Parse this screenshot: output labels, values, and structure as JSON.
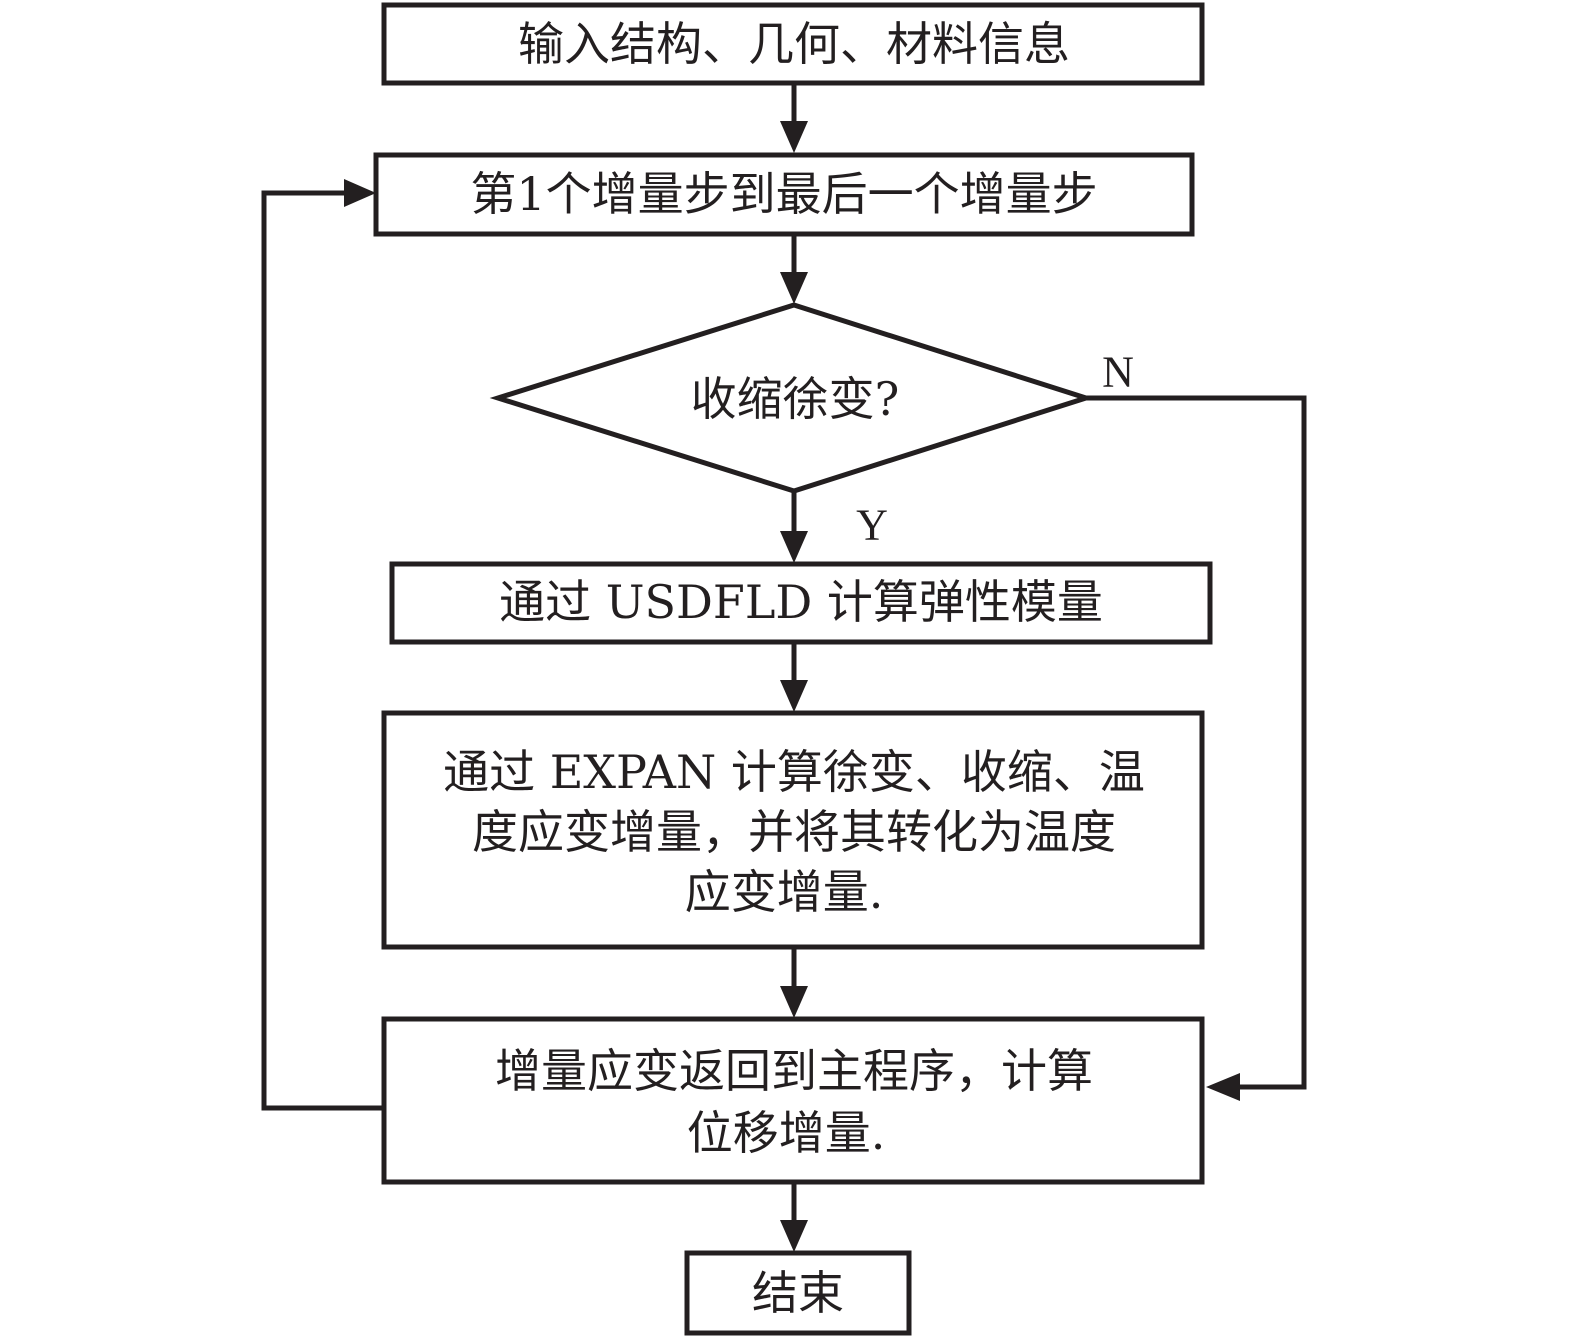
{
  "flowchart": {
    "nodes": [
      {
        "id": "input",
        "shape": "process",
        "lines": [
          "输入结构、几何、材料信息"
        ]
      },
      {
        "id": "loop",
        "shape": "process",
        "lines": [
          "第1个增量步到最后一个增量步"
        ]
      },
      {
        "id": "decision",
        "shape": "decision",
        "lines": [
          "收缩徐变?"
        ]
      },
      {
        "id": "usdfld",
        "shape": "process",
        "lines": [
          "通过 USDFLD 计算弹性模量"
        ]
      },
      {
        "id": "expan",
        "shape": "process",
        "lines": [
          "通过 EXPAN 计算徐变、收缩、温",
          "度应变增量，并将其转化为温度",
          "应变增量."
        ]
      },
      {
        "id": "return",
        "shape": "process",
        "lines": [
          "增量应变返回到主程序，计算",
          "位移增量."
        ]
      },
      {
        "id": "end",
        "shape": "terminal",
        "lines": [
          "结束"
        ]
      }
    ],
    "edges": [
      {
        "from": "input",
        "to": "loop",
        "label": ""
      },
      {
        "from": "loop",
        "to": "decision",
        "label": ""
      },
      {
        "from": "decision",
        "to": "usdfld",
        "label": "Y"
      },
      {
        "from": "decision",
        "to": "return",
        "label": "N"
      },
      {
        "from": "usdfld",
        "to": "expan",
        "label": ""
      },
      {
        "from": "expan",
        "to": "return",
        "label": ""
      },
      {
        "from": "return",
        "to": "loop",
        "label": ""
      },
      {
        "from": "return",
        "to": "end",
        "label": ""
      }
    ],
    "branch_labels": {
      "yes": "Y",
      "no": "N"
    },
    "colors": {
      "stroke": "#231f20",
      "fill": "#ffffff",
      "text": "#231f20"
    }
  }
}
